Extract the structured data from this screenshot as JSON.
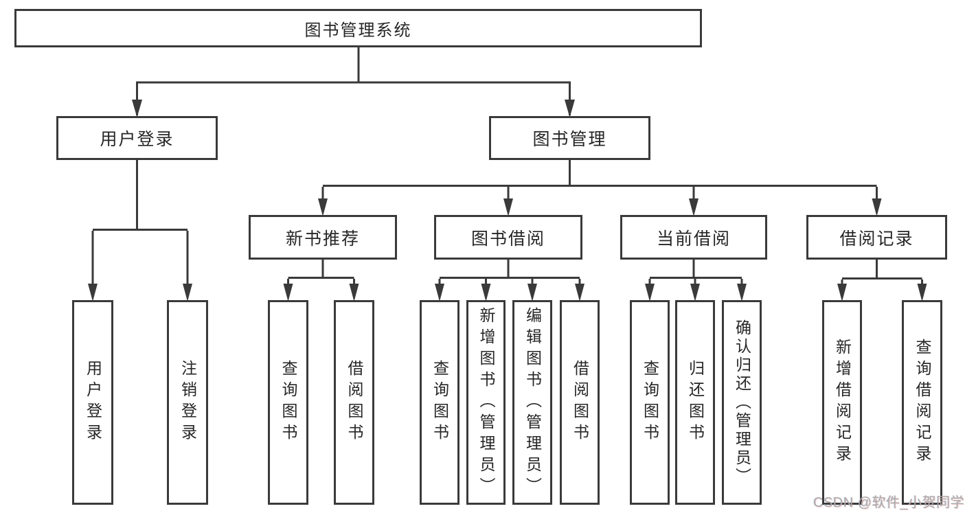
{
  "root": {
    "label": "图书管理系统"
  },
  "level2": [
    {
      "label": "用户登录"
    },
    {
      "label": "图书管理"
    }
  ],
  "level3": [
    {
      "label": "新书推荐",
      "parent": "图书管理"
    },
    {
      "label": "图书借阅",
      "parent": "图书管理"
    },
    {
      "label": "当前借阅",
      "parent": "图书管理"
    },
    {
      "label": "借阅记录",
      "parent": "图书管理"
    }
  ],
  "leaves": [
    {
      "label": "用户登录",
      "parent": "用户登录"
    },
    {
      "label": "注销登录",
      "parent": "用户登录"
    },
    {
      "label": "查询图书",
      "parent": "新书推荐"
    },
    {
      "label": "借阅图书",
      "parent": "新书推荐"
    },
    {
      "label": "查询图书",
      "parent": "图书借阅"
    },
    {
      "label": "新增图书（管理员）",
      "parent": "图书借阅"
    },
    {
      "label": "编辑图书（管理员）",
      "parent": "图书借阅"
    },
    {
      "label": "借阅图书",
      "parent": "图书借阅"
    },
    {
      "label": "查询图书",
      "parent": "当前借阅"
    },
    {
      "label": "归还图书",
      "parent": "当前借阅"
    },
    {
      "label": "确认归还（管理员）",
      "parent": "当前借阅"
    },
    {
      "label": "新增借阅记录",
      "parent": "借阅记录"
    },
    {
      "label": "查询借阅记录",
      "parent": "借阅记录"
    }
  ],
  "watermark": {
    "text": "CSDN @软件_小贺同学"
  },
  "colors": {
    "line": "#3a3a3a",
    "box_border": "#3a3a3a",
    "text": "#262626",
    "background": "#ffffff",
    "watermark": "#ababab"
  }
}
